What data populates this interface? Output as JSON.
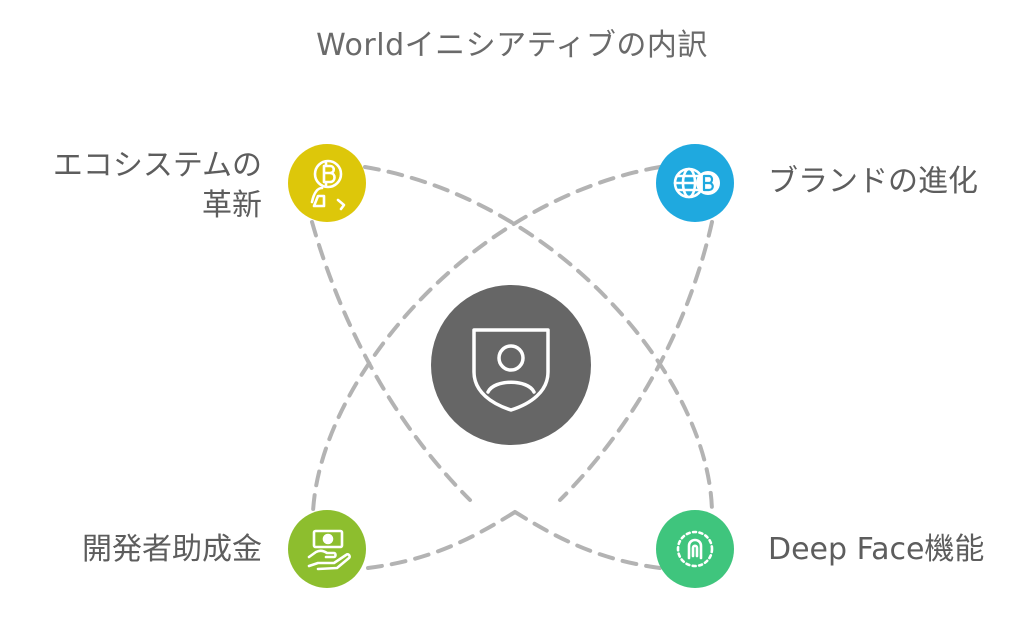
{
  "title": "Worldイニシアティブの内訳",
  "center": {
    "icon": "shield-user-icon",
    "color": "#666666"
  },
  "nodes": [
    {
      "id": "ecosystem",
      "label_lines": [
        "エコシステムの",
        "革新"
      ],
      "icon": "bitcoin-person-icon",
      "color": "#DDC70A"
    },
    {
      "id": "brand",
      "label_lines": [
        "ブランドの進化"
      ],
      "icon": "globe-bitcoin-icon",
      "color": "#1FA9DF"
    },
    {
      "id": "grant",
      "label_lines": [
        "開発者助成金"
      ],
      "icon": "money-hand-icon",
      "color": "#8DBE2E"
    },
    {
      "id": "face",
      "label_lines": [
        "Deep Face機能"
      ],
      "icon": "face-scan-icon",
      "color": "#3FC57D"
    }
  ]
}
